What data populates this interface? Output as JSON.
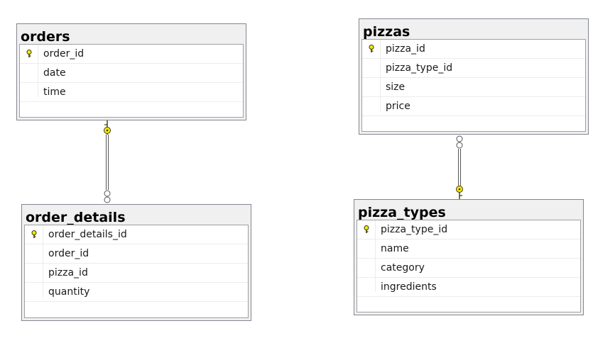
{
  "tables": [
    {
      "id": "orders",
      "title": "orders",
      "columns": [
        {
          "name": "order_id",
          "is_key": true
        },
        {
          "name": "date",
          "is_key": false
        },
        {
          "name": "time",
          "is_key": false
        }
      ]
    },
    {
      "id": "order_details",
      "title": "order_details",
      "columns": [
        {
          "name": "order_details_id",
          "is_key": true
        },
        {
          "name": "order_id",
          "is_key": false
        },
        {
          "name": "pizza_id",
          "is_key": false
        },
        {
          "name": "quantity",
          "is_key": false
        }
      ]
    },
    {
      "id": "pizzas",
      "title": "pizzas",
      "columns": [
        {
          "name": "pizza_id",
          "is_key": true
        },
        {
          "name": "pizza_type_id",
          "is_key": false
        },
        {
          "name": "size",
          "is_key": false
        },
        {
          "name": "price",
          "is_key": false
        }
      ]
    },
    {
      "id": "pizza_types",
      "title": "pizza_types",
      "columns": [
        {
          "name": "pizza_type_id",
          "is_key": true
        },
        {
          "name": "name",
          "is_key": false
        },
        {
          "name": "category",
          "is_key": false
        },
        {
          "name": "ingredients",
          "is_key": false
        }
      ]
    }
  ],
  "relationships": [
    {
      "one_side": "orders",
      "many_side": "order_details"
    },
    {
      "one_side": "pizza_types",
      "many_side": "pizzas"
    }
  ],
  "colors": {
    "key_yellow": "#f5e616",
    "key_outline": "#3c3c00",
    "line": "#555555"
  }
}
